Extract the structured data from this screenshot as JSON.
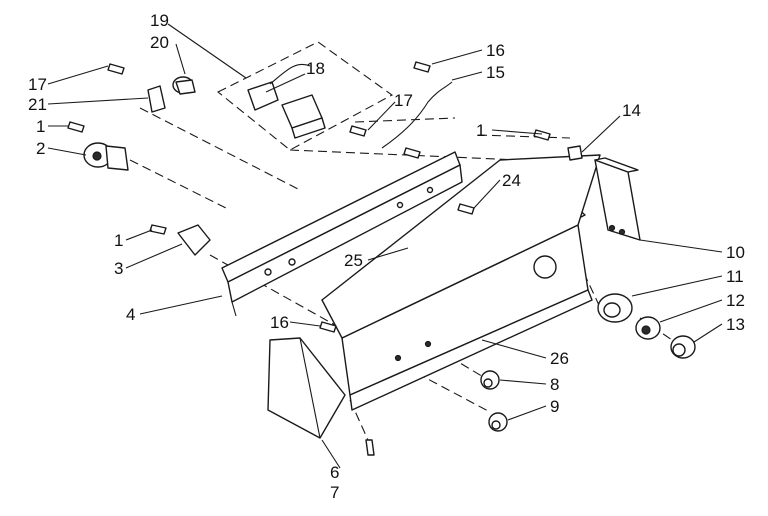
{
  "callouts": [
    {
      "id": "c19",
      "text": "19"
    },
    {
      "id": "c20",
      "text": "20"
    },
    {
      "id": "c17a",
      "text": "17"
    },
    {
      "id": "c21",
      "text": "21"
    },
    {
      "id": "c1a",
      "text": "1"
    },
    {
      "id": "c2",
      "text": "2"
    },
    {
      "id": "c18",
      "text": "18"
    },
    {
      "id": "c16a",
      "text": "16"
    },
    {
      "id": "c15",
      "text": "15"
    },
    {
      "id": "c17b",
      "text": "17"
    },
    {
      "id": "c1b",
      "text": "1"
    },
    {
      "id": "c14",
      "text": "14"
    },
    {
      "id": "c24",
      "text": "24"
    },
    {
      "id": "c1c",
      "text": "1"
    },
    {
      "id": "c3",
      "text": "3"
    },
    {
      "id": "c25",
      "text": "25"
    },
    {
      "id": "c10",
      "text": "10"
    },
    {
      "id": "c11",
      "text": "11"
    },
    {
      "id": "c12",
      "text": "12"
    },
    {
      "id": "c13",
      "text": "13"
    },
    {
      "id": "c4",
      "text": "4"
    },
    {
      "id": "c16b",
      "text": "16"
    },
    {
      "id": "c26",
      "text": "26"
    },
    {
      "id": "c8",
      "text": "8"
    },
    {
      "id": "c9",
      "text": "9"
    },
    {
      "id": "c6",
      "text": "6"
    },
    {
      "id": "c7",
      "text": "7"
    }
  ]
}
